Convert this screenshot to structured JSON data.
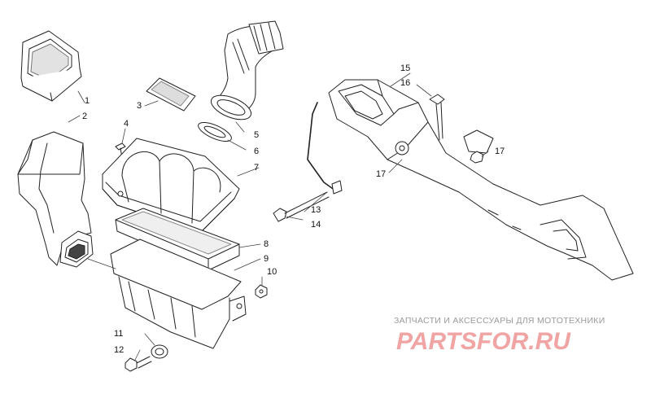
{
  "diagram": {
    "callouts": [
      {
        "id": "1",
        "label": "1"
      },
      {
        "id": "2",
        "label": "2"
      },
      {
        "id": "3",
        "label": "3"
      },
      {
        "id": "4",
        "label": "4"
      },
      {
        "id": "5",
        "label": "5"
      },
      {
        "id": "6",
        "label": "6"
      },
      {
        "id": "7",
        "label": "7"
      },
      {
        "id": "8",
        "label": "8"
      },
      {
        "id": "9",
        "label": "9"
      },
      {
        "id": "10",
        "label": "10"
      },
      {
        "id": "11",
        "label": "11"
      },
      {
        "id": "12",
        "label": "12"
      },
      {
        "id": "13",
        "label": "13"
      },
      {
        "id": "14",
        "label": "14"
      },
      {
        "id": "15",
        "label": "15"
      },
      {
        "id": "16",
        "label": "16"
      },
      {
        "id": "17a",
        "label": "17"
      },
      {
        "id": "17b",
        "label": "17"
      }
    ]
  },
  "watermark": {
    "caption": "ЗАПЧАСТИ И АКСЕССУАРЫ ДЛЯ МОТОТЕХНИКИ",
    "logo_text": "PARTSFOR.RU",
    "colors": {
      "logo": "#f0a4a4",
      "caption": "#9a9a9a"
    }
  }
}
